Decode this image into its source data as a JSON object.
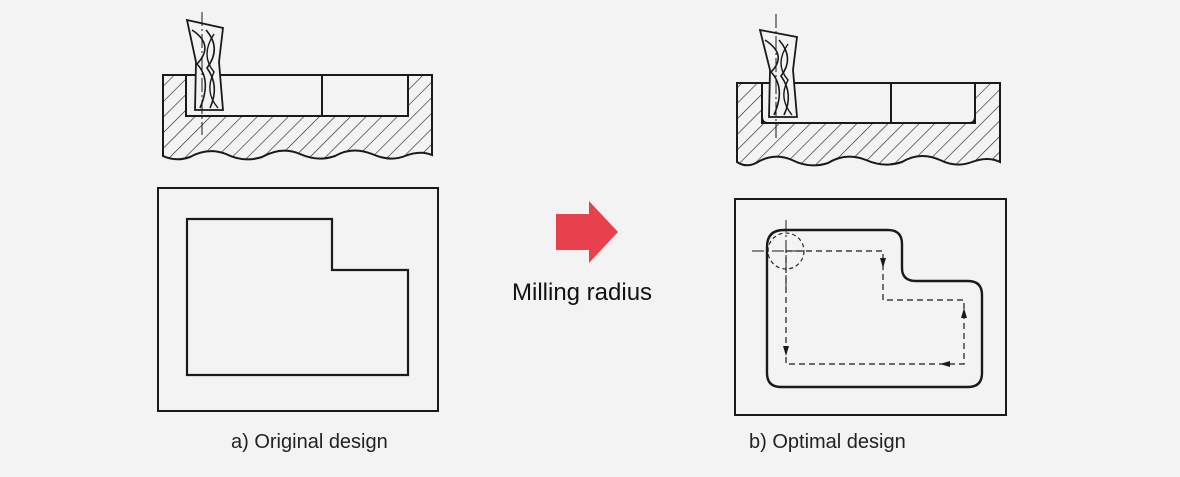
{
  "captions": {
    "original": "a) Original design",
    "optimal": "b) Optimal design"
  },
  "arrow": {
    "label": "Milling radius",
    "color": "#e8414e"
  },
  "colors": {
    "line": "#1a1a1a",
    "background": "#f3f3f3"
  }
}
